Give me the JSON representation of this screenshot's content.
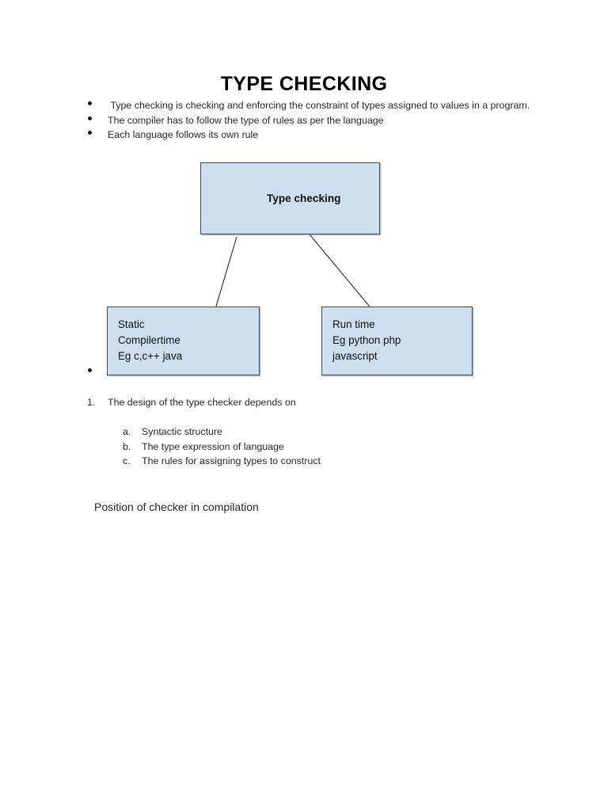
{
  "document": {
    "title": "TYPE CHECKING",
    "intro_bullets": [
      " Type checking is checking and enforcing the constraint of types assigned to values in a program.",
      "The compiler has to follow the type of rules as per the language",
      "Each language follows its own rule"
    ],
    "diagram": {
      "root": {
        "label": "Type checking"
      },
      "children": [
        {
          "name": "static",
          "lines": [
            "Static",
            "Compilertime",
            "Eg c,c++ java"
          ]
        },
        {
          "name": "runtime",
          "lines": [
            "Run time",
            "Eg python php",
            "javascript"
          ]
        }
      ]
    },
    "ordered_list": [
      {
        "marker": "1.",
        "text": "The design of the type checker depends on"
      }
    ],
    "sub_list": [
      {
        "marker": "a.",
        "text": "Syntactic structure"
      },
      {
        "marker": "b.",
        "text": "The type expression of language"
      },
      {
        "marker": "c.",
        "text": "The rules for assigning types to construct"
      }
    ],
    "caption": "Position of checker in compilation"
  },
  "colors": {
    "box_fill": "#cddeef",
    "box_border": "#3b4a57",
    "text": "#262626",
    "page_background": "#ffffff"
  }
}
